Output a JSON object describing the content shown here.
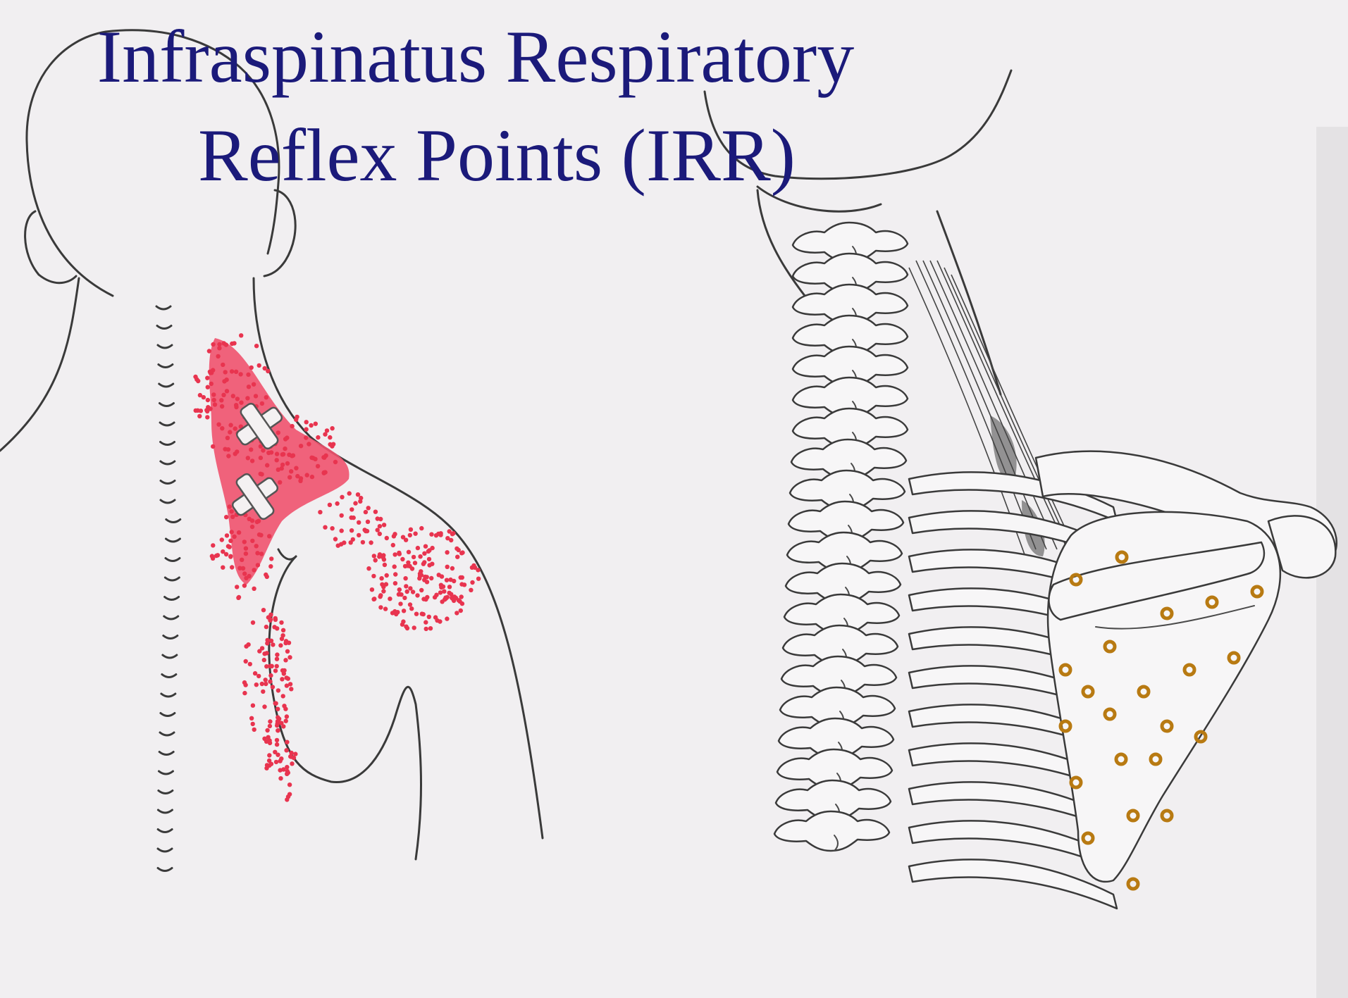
{
  "title": {
    "line1": "Infraspinatus Respiratory",
    "line2": "Reflex Points (IRR)"
  },
  "colors": {
    "background": "#f1eff1",
    "title": "#1b1a7a",
    "referred_pain": "#e8344f",
    "reflex_points": "#b87a12",
    "outline": "#3a3a3a"
  },
  "figures": {
    "left": "back-view-referred-pain-pattern",
    "right": "spine-and-scapula-reflex-point-map"
  }
}
